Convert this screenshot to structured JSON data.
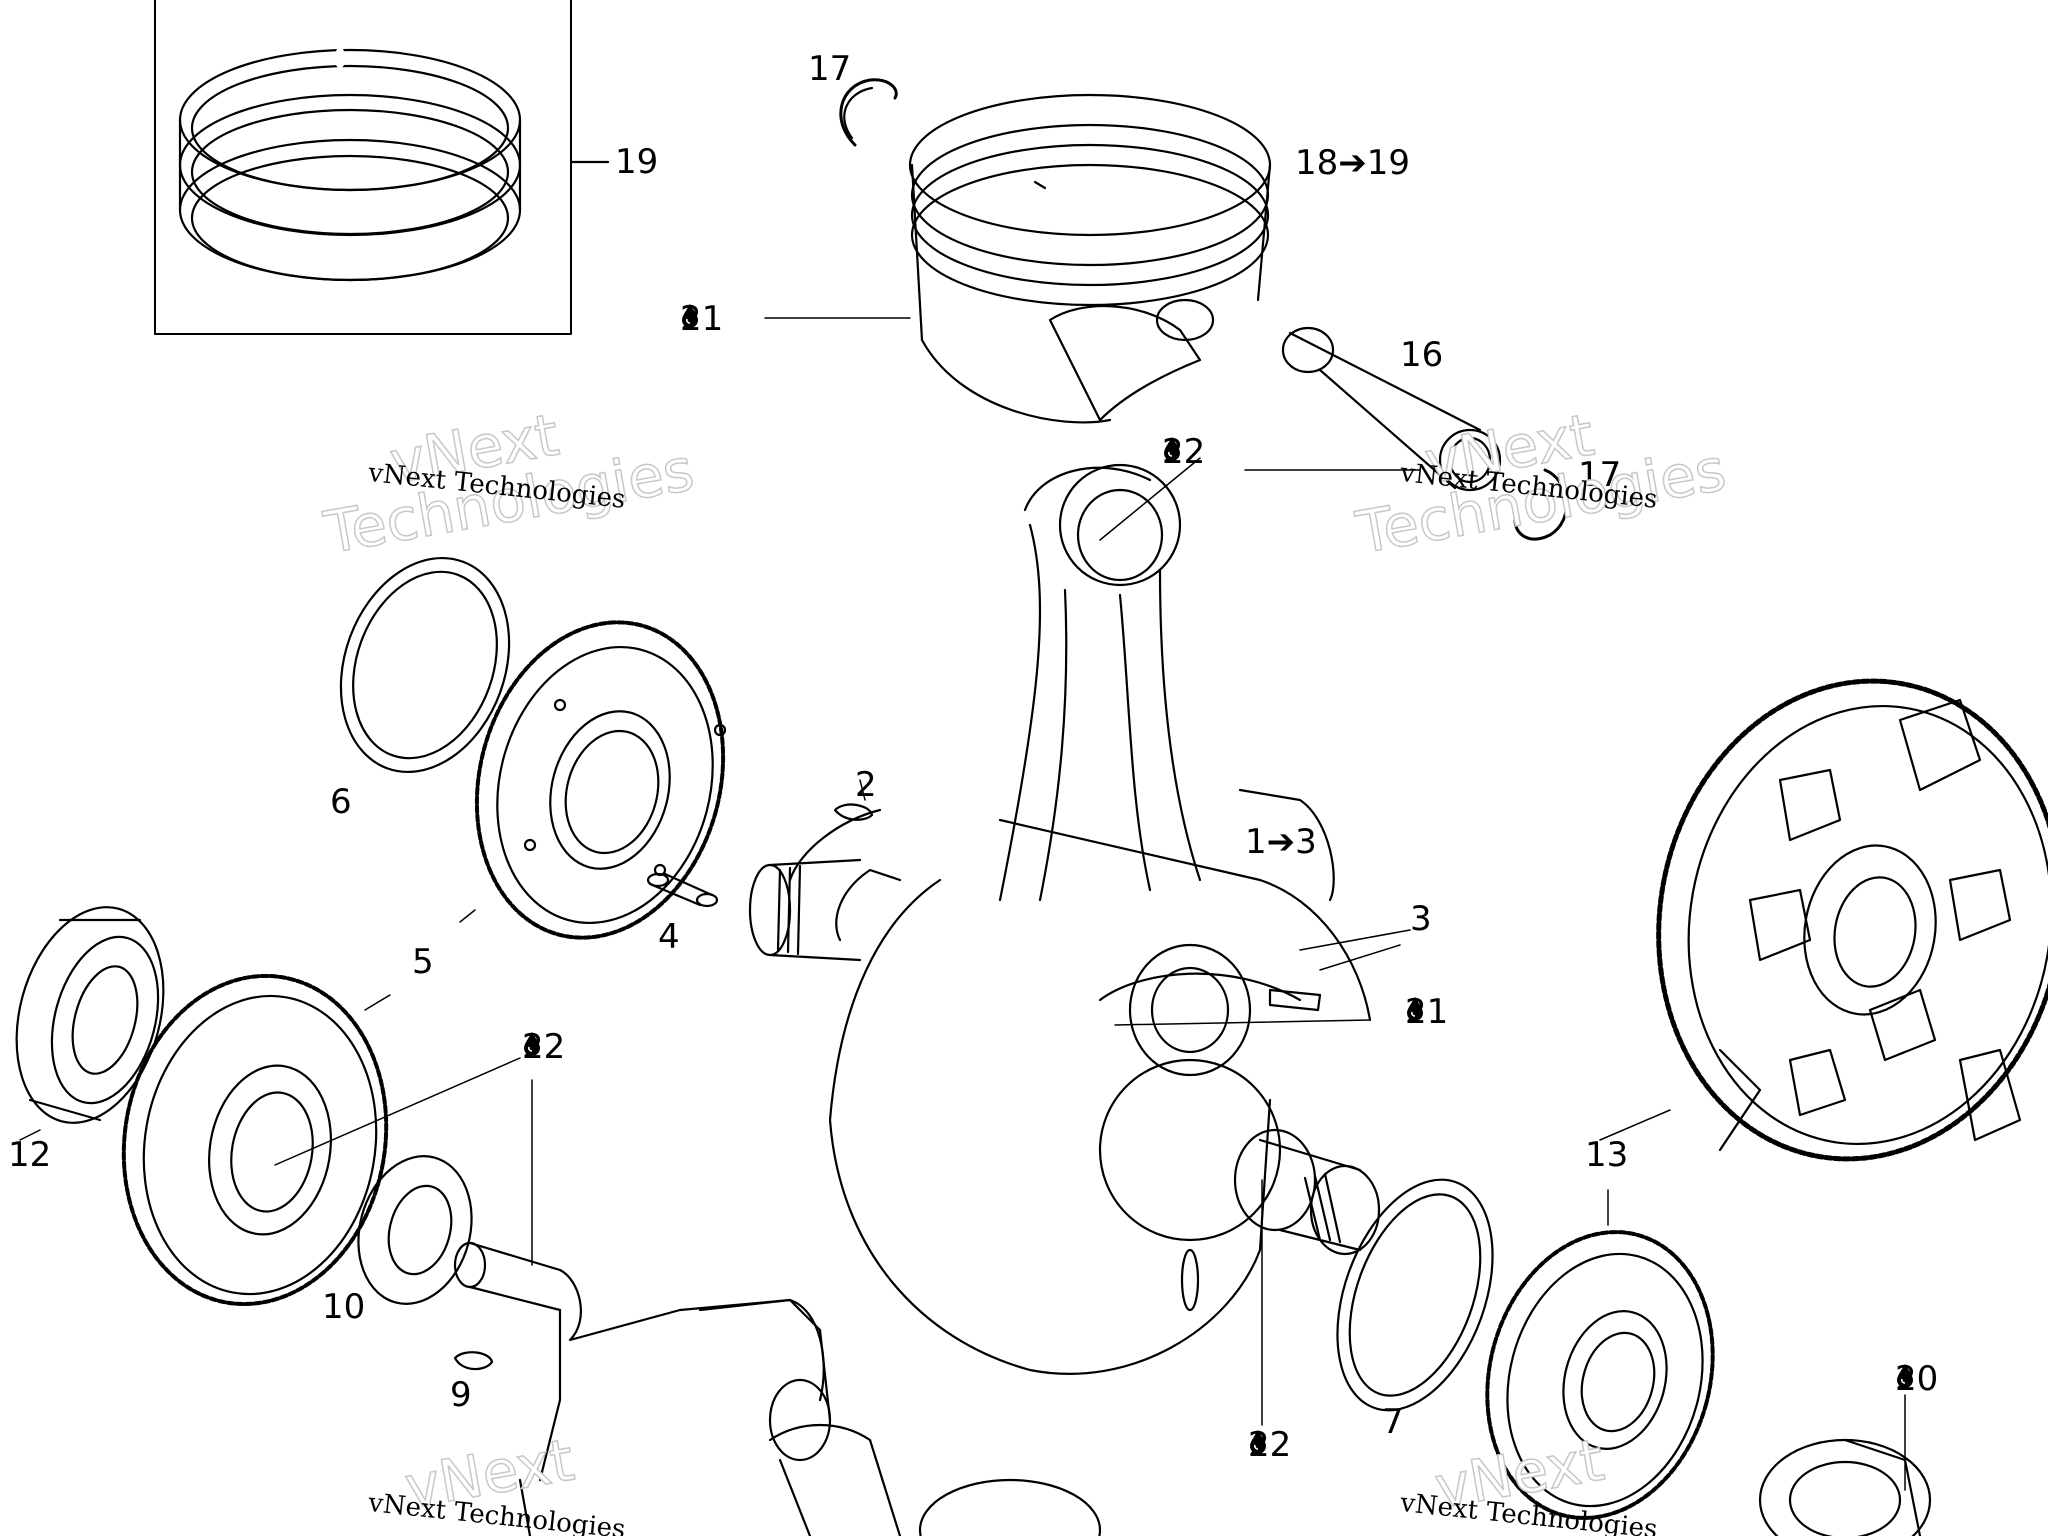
{
  "callouts": [
    {
      "id": "c17a",
      "text": "17",
      "oil": false
    },
    {
      "id": "c19",
      "text": "19",
      "oil": false
    },
    {
      "id": "c18-19",
      "text": "18➔19",
      "oil": false
    },
    {
      "id": "c21a",
      "text": "21",
      "oil": true
    },
    {
      "id": "c16",
      "text": "16",
      "oil": false
    },
    {
      "id": "c22a",
      "text": "22",
      "oil": true
    },
    {
      "id": "c17b",
      "text": "17",
      "oil": false
    },
    {
      "id": "c6",
      "text": "6",
      "oil": false
    },
    {
      "id": "c2",
      "text": "2",
      "oil": false
    },
    {
      "id": "c1-3",
      "text": "1➔3",
      "oil": false
    },
    {
      "id": "c3",
      "text": "3",
      "oil": false
    },
    {
      "id": "c4",
      "text": "4",
      "oil": false
    },
    {
      "id": "c5",
      "text": "5",
      "oil": false
    },
    {
      "id": "c21b",
      "text": "21",
      "oil": true
    },
    {
      "id": "c22b",
      "text": "22",
      "oil": true
    },
    {
      "id": "c12",
      "text": "12",
      "oil": false
    },
    {
      "id": "c13",
      "text": "13",
      "oil": false
    },
    {
      "id": "c10",
      "text": "10",
      "oil": false
    },
    {
      "id": "c9",
      "text": "9",
      "oil": false
    },
    {
      "id": "c7",
      "text": "7",
      "oil": false
    },
    {
      "id": "c22c",
      "text": "22",
      "oil": true
    },
    {
      "id": "c20",
      "text": "20",
      "oil": true
    }
  ],
  "watermark": {
    "small": "vNext Technologies",
    "big_line1": "vNext",
    "big_line2": "Technologies"
  },
  "icons": {
    "oil": "oil-drop-icon"
  },
  "colors": {
    "line": "#000000",
    "background": "#ffffff",
    "watermark_outline": "#c8c8c8"
  }
}
